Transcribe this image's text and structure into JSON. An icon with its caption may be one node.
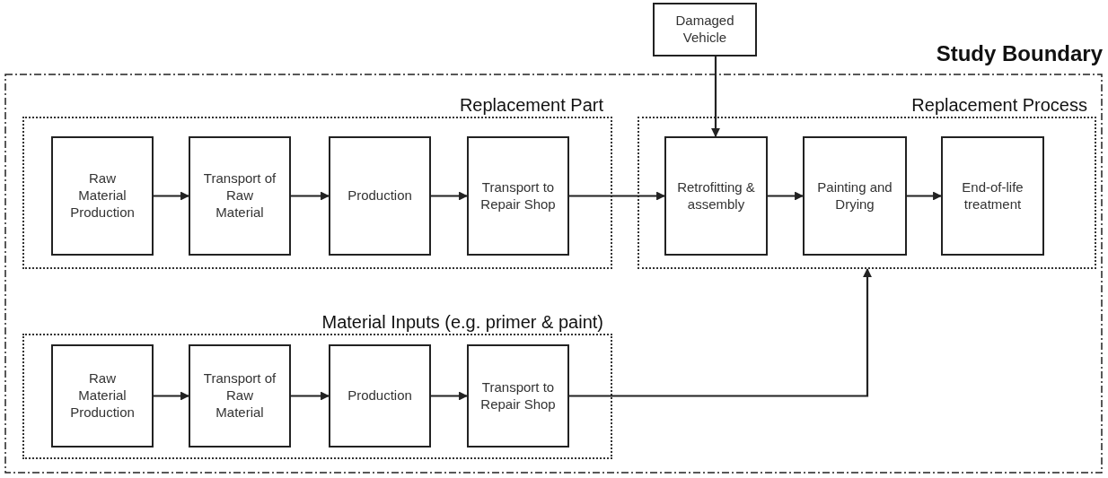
{
  "diagram": {
    "nodes": [
      {
        "text": [
          "Study Boundary"
        ]
      },
      {
        "text": [
          "Replacement Part"
        ],
        "in": 0
      },
      {
        "text": [
          "Raw Material Production"
        ],
        "in": 1
      },
      {
        "text": [
          "Transport of Raw Material"
        ],
        "in": 1
      },
      {
        "text": [
          "Production"
        ],
        "in": 1
      },
      {
        "text": [
          "Transport to Repair Shop"
        ],
        "in": 1
      },
      {
        "text": [
          "Replacement Process"
        ],
        "in": 0
      },
      {
        "text": [
          "Retrofitting & assembly"
        ],
        "in": 6
      },
      {
        "text": [
          "Painting and Drying"
        ],
        "in": 6
      },
      {
        "text": [
          "End-of-life treatment"
        ],
        "in": 6
      },
      {
        "text": [
          "Material Inputs (e.g. primer & paint)"
        ],
        "in": 0
      },
      {
        "text": [
          "Raw Material Production"
        ],
        "in": 10
      },
      {
        "text": [
          "Transport of Raw Material"
        ],
        "in": 10
      },
      {
        "text": [
          "Production"
        ],
        "in": 10
      },
      {
        "text": [
          "Transport to Repair Shop"
        ],
        "in": 10
      },
      {
        "text": [
          "Damaged Vehicle"
        ]
      }
    ],
    "edges": [
      {
        "from": 2,
        "to": 3,
        "arrow": "to"
      },
      {
        "from": 3,
        "to": 4,
        "arrow": "to"
      },
      {
        "from": 4,
        "to": 5,
        "arrow": "to"
      },
      {
        "from": 5,
        "to": 7,
        "arrow": "to"
      },
      {
        "from": 7,
        "to": 8,
        "arrow": "to"
      },
      {
        "from": 8,
        "to": 9,
        "arrow": "to"
      },
      {
        "from": 11,
        "to": 12,
        "arrow": "to"
      },
      {
        "from": 12,
        "to": 13,
        "arrow": "to"
      },
      {
        "from": 13,
        "to": 14,
        "arrow": "to"
      },
      {
        "from": 14,
        "to": 6,
        "arrow": "to"
      },
      {
        "from": 15,
        "to": 7,
        "arrow": "to"
      }
    ]
  }
}
